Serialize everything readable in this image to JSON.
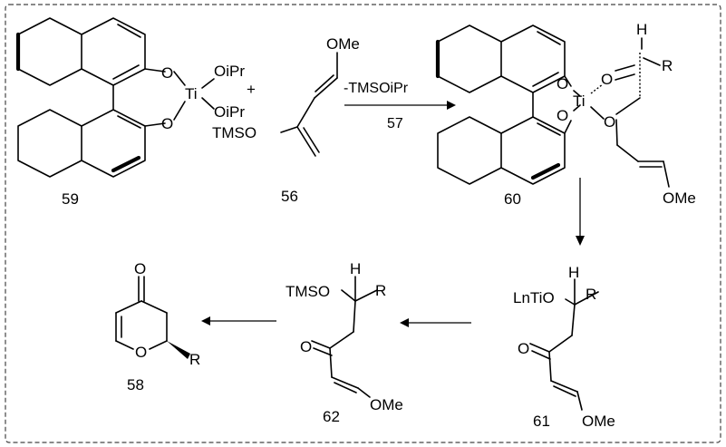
{
  "compounds": {
    "c59": {
      "id": "59",
      "o1": "O",
      "o2": "O",
      "ti": "Ti",
      "l1": "OiPr",
      "l2": "OiPr"
    },
    "c56": {
      "id": "56",
      "ome": "OMe",
      "tmso": "TMSO"
    },
    "c60": {
      "id": "60",
      "o1": "O",
      "o2": "O",
      "ti": "Ti",
      "oc": "O",
      "oe": "O",
      "h": "H",
      "r": "R",
      "ome": "OMe"
    },
    "c61": {
      "id": "61",
      "lnTiO": "LnTiO",
      "h": "H",
      "r": "R",
      "o": "O",
      "ome": "OMe"
    },
    "c62": {
      "id": "62",
      "tmso": "TMSO",
      "h": "H",
      "r": "R",
      "o": "O",
      "ome": "OMe"
    },
    "c58": {
      "id": "58",
      "o_top": "O",
      "o_ring": "O",
      "r": "R"
    }
  },
  "plus": "+",
  "arrows": {
    "a1": {
      "above": "-TMSOiPr",
      "below": "57"
    }
  }
}
